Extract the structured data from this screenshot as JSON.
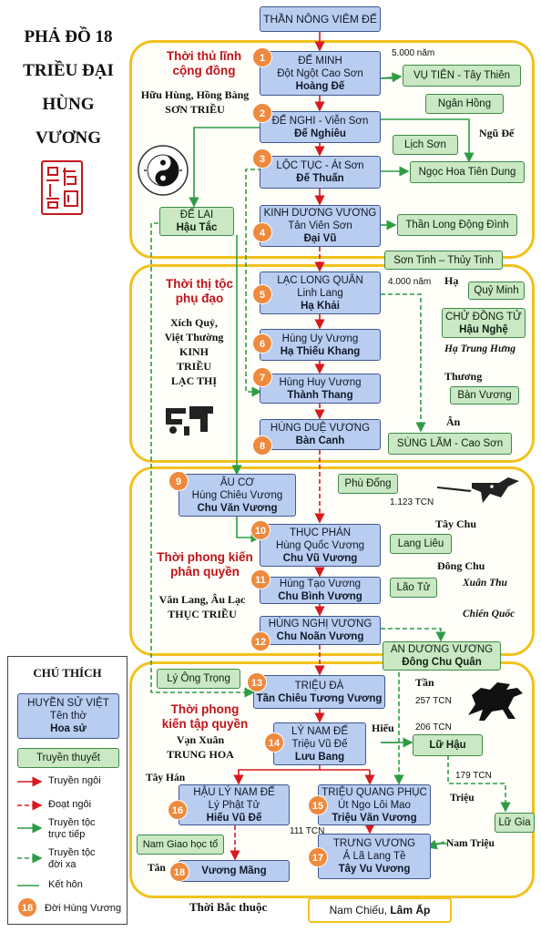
{
  "title": [
    "PHẢ ĐỒ 18",
    "TRIỀU ĐẠI",
    "HÙNG",
    "VƯƠNG"
  ],
  "top_node": "THẦN NÔNG VIÊM ĐẾ",
  "era1": {
    "title": [
      "Thời thủ lĩnh",
      "cộng đồng"
    ],
    "subtitle": [
      "Hữu Hùng, Hồng Bàng",
      "SƠN TRIỀU"
    ],
    "year": "5.000 năm",
    "ngu_de": "Ngũ Đế"
  },
  "era2": {
    "title": [
      "Thời thị tộc",
      "phụ đạo"
    ],
    "subtitle": [
      "Xích Quỷ,",
      "Việt Thường",
      "KINH",
      "TRIỀU",
      "LẠC THỊ"
    ],
    "year": "4.000 năm",
    "ha": "Hạ",
    "ha_trung_hung": "Hạ Trung Hưng",
    "thuong": "Thương",
    "an": "Ân"
  },
  "era3": {
    "title": [
      "Thời phong kiến",
      "phân quyền"
    ],
    "subtitle": [
      "Văn Lang, Âu Lạc",
      "THỤC TRIỀU"
    ],
    "year": "1.123 TCN",
    "tay_chu": "Tây Chu",
    "dong_chu": "Đông Chu",
    "xuan_thu": "Xuân Thu",
    "chien_quoc": "Chiến Quốc"
  },
  "era4": {
    "title": [
      "Thời phong",
      "kiến tập quyền"
    ],
    "subtitle": [
      "Vạn Xuân",
      "TRUNG HOA"
    ],
    "tan": "Tần",
    "year_257": "257 TCN",
    "hieu": "Hiếu",
    "year_206": "206 TCN",
    "year_179": "179 TCN",
    "trieu": "Triệu",
    "tay_han": "Tây Hán",
    "year_111": "111 TCN",
    "nam_trieu": "Nam Triệu",
    "tan2": "Tân"
  },
  "kings": [
    {
      "n": "1",
      "lines": [
        "ĐẾ MINH",
        "Đột Ngột Cao Sơn"
      ],
      "bold": "Hoàng Đế"
    },
    {
      "n": "2",
      "lines": [
        "ĐẾ NGHI - Viễn Sơn"
      ],
      "bold": "Đế Nghiêu"
    },
    {
      "n": "3",
      "lines": [
        "LỘC TỤC - Át Sơn"
      ],
      "bold": "Đế Thuấn"
    },
    {
      "n": "4",
      "lines": [
        "KINH DƯƠNG VƯƠNG",
        "Tản Viên Sơn"
      ],
      "bold": "Đại Vũ"
    },
    {
      "n": "5",
      "lines": [
        "LẠC LONG QUÂN",
        "Linh Lang"
      ],
      "bold": "Hạ Khải"
    },
    {
      "n": "6",
      "lines": [
        "Hùng Uy Vương"
      ],
      "bold": "Hạ Thiếu Khang"
    },
    {
      "n": "7",
      "lines": [
        "Hùng Huy Vương"
      ],
      "bold": "Thành Thang"
    },
    {
      "n": "8",
      "lines": [
        "HÙNG DUỆ VƯƠNG"
      ],
      "bold": "Bàn Canh"
    },
    {
      "n": "9",
      "lines": [
        "ÂU CƠ",
        "Hùng Chiêu Vương"
      ],
      "bold": "Chu Văn Vương"
    },
    {
      "n": "10",
      "lines": [
        "THỤC PHÁN",
        "Hùng Quốc Vương"
      ],
      "bold": "Chu Vũ Vương"
    },
    {
      "n": "11",
      "lines": [
        "Hùng Tạo Vương"
      ],
      "bold": "Chu Bình Vương"
    },
    {
      "n": "12",
      "lines": [
        "HÙNG NGHỊ VƯƠNG"
      ],
      "bold": "Chu Noãn Vương"
    },
    {
      "n": "13",
      "lines": [
        "TRIỆU ĐÀ"
      ],
      "bold": "Tần Chiêu Tương Vương"
    },
    {
      "n": "14",
      "lines": [
        "LÝ NAM ĐẾ",
        "Triệu Vũ Đế"
      ],
      "bold": "Lưu Bang"
    },
    {
      "n": "15",
      "lines": [
        "TRIỆU QUANG PHỤC",
        "Út Ngo Lôi Mao"
      ],
      "bold": "Triệu Văn Vương"
    },
    {
      "n": "16",
      "lines": [
        "HẬU LÝ NAM ĐẾ",
        "Lý Phật Tử"
      ],
      "bold": "Hiếu Vũ Đế"
    },
    {
      "n": "17",
      "lines": [
        "TRƯNG VƯƠNG",
        "Ả Lã Lang Tề"
      ],
      "bold": "Tây Vu Vương"
    },
    {
      "n": "18",
      "lines": [],
      "bold": "Vương Mãng"
    }
  ],
  "de_lai": {
    "line": "ĐẾ LAI",
    "bold": "Hậu Tắc"
  },
  "an_duong": {
    "line": "AN DƯƠNG VƯƠNG",
    "bold": "Đông Chu Quân"
  },
  "lu_hau": {
    "bold": "Lữ Hậu"
  },
  "legends": {
    "vu_tien": "VỤ TIÊN - Tây Thiên",
    "ngan_hong": "Ngân Hồng",
    "lich_son": "Lịch Sơn",
    "ngoc_hoa": "Ngọc Hoa Tiên Dung",
    "than_long": "Thần Long Động Đình",
    "son_tinh": "Sơn Tinh – Thủy Tinh",
    "quy_minh": "Quỷ Minh",
    "chu_dong_tu": "CHỬ ĐỒNG TỬ",
    "hau_nghe": "Hậu Nghệ",
    "ban_vuong": "Bàn Vương",
    "sung_lam": "SÙNG LÃM - Cao Sơn",
    "phu_dong": "Phù Đổng",
    "lang_lieu": "Lang Liêu",
    "lao_tu": "Lão Tử",
    "ly_ong_trong": "Lý Ông Trọng",
    "lu_gia": "Lữ Gia",
    "nam_giao": "Nam Giao học tổ"
  },
  "bottom": {
    "era": "Thời Bắc thuộc",
    "box_plain": "Nam Chiếu, ",
    "box_bold": "Lâm Ấp"
  },
  "legend_box": {
    "title": "CHÚ THÍCH",
    "sample": [
      "HUYỀN SỬ VIỆT",
      "Tên thờ",
      "Hoa sử"
    ],
    "legend_sample": "Truyền thuyết",
    "items": [
      "Truyền ngôi",
      "Đoạt ngôi",
      "Truyền tộc",
      "trực tiếp",
      "Truyền tộc",
      "đời xa",
      "Kết hôn",
      "Đời Hùng Vương"
    ],
    "badge": "18"
  },
  "colors": {
    "era_border": "#f2c21c",
    "red": "#d71920",
    "green": "#2e9c45",
    "badge": "#ee8a3d",
    "blue_box": "#b9cdf0",
    "green_box": "#c9e8c3"
  }
}
